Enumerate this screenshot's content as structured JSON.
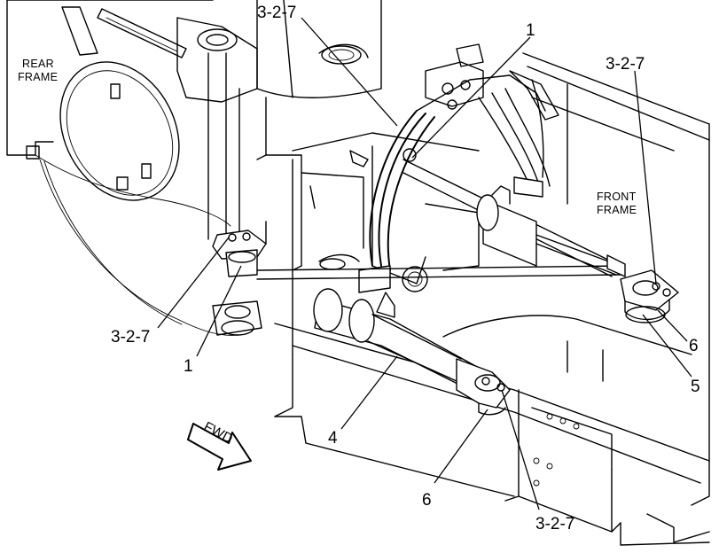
{
  "labels": {
    "rear_frame_line1": "REAR",
    "rear_frame_line2": "FRAME",
    "front_frame_line1": "FRONT",
    "front_frame_line2": "FRAME",
    "fwd_arrow": "FWD"
  },
  "callouts": {
    "top_3_2_7": "3-2-7",
    "top_1": "1",
    "right_3_2_7": "3-2-7",
    "left_3_2_7": "3-2-7",
    "left_1": "1",
    "right_6": "6",
    "right_5": "5",
    "center_4": "4",
    "bottom_6": "6",
    "bottom_3_2_7": "3-2-7"
  }
}
